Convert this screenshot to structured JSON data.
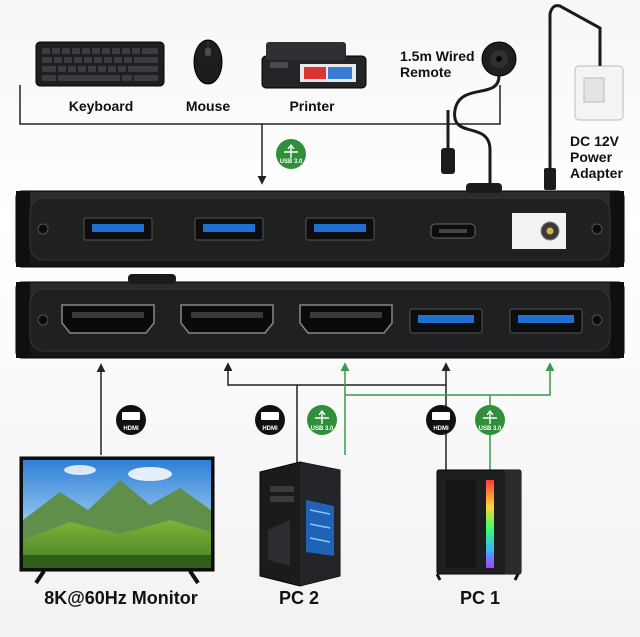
{
  "devices": {
    "keyboard": "Keyboard",
    "mouse": "Mouse",
    "printer": "Printer",
    "remote": "1.5m Wired\nRemote",
    "power": "DC 12V\nPower\nAdapter",
    "monitor": "8K@60Hz Monitor",
    "pc2": "PC 2",
    "pc1": "PC 1"
  },
  "badges": {
    "usb": "USB 3.0",
    "hdmi": "HDMI"
  },
  "colors": {
    "usb_green": "#2f8f3a",
    "line_dark": "#222222",
    "line_green": "#3a9a46",
    "port_blue": "#1f6fd1",
    "panel": "#1b1c1e"
  }
}
